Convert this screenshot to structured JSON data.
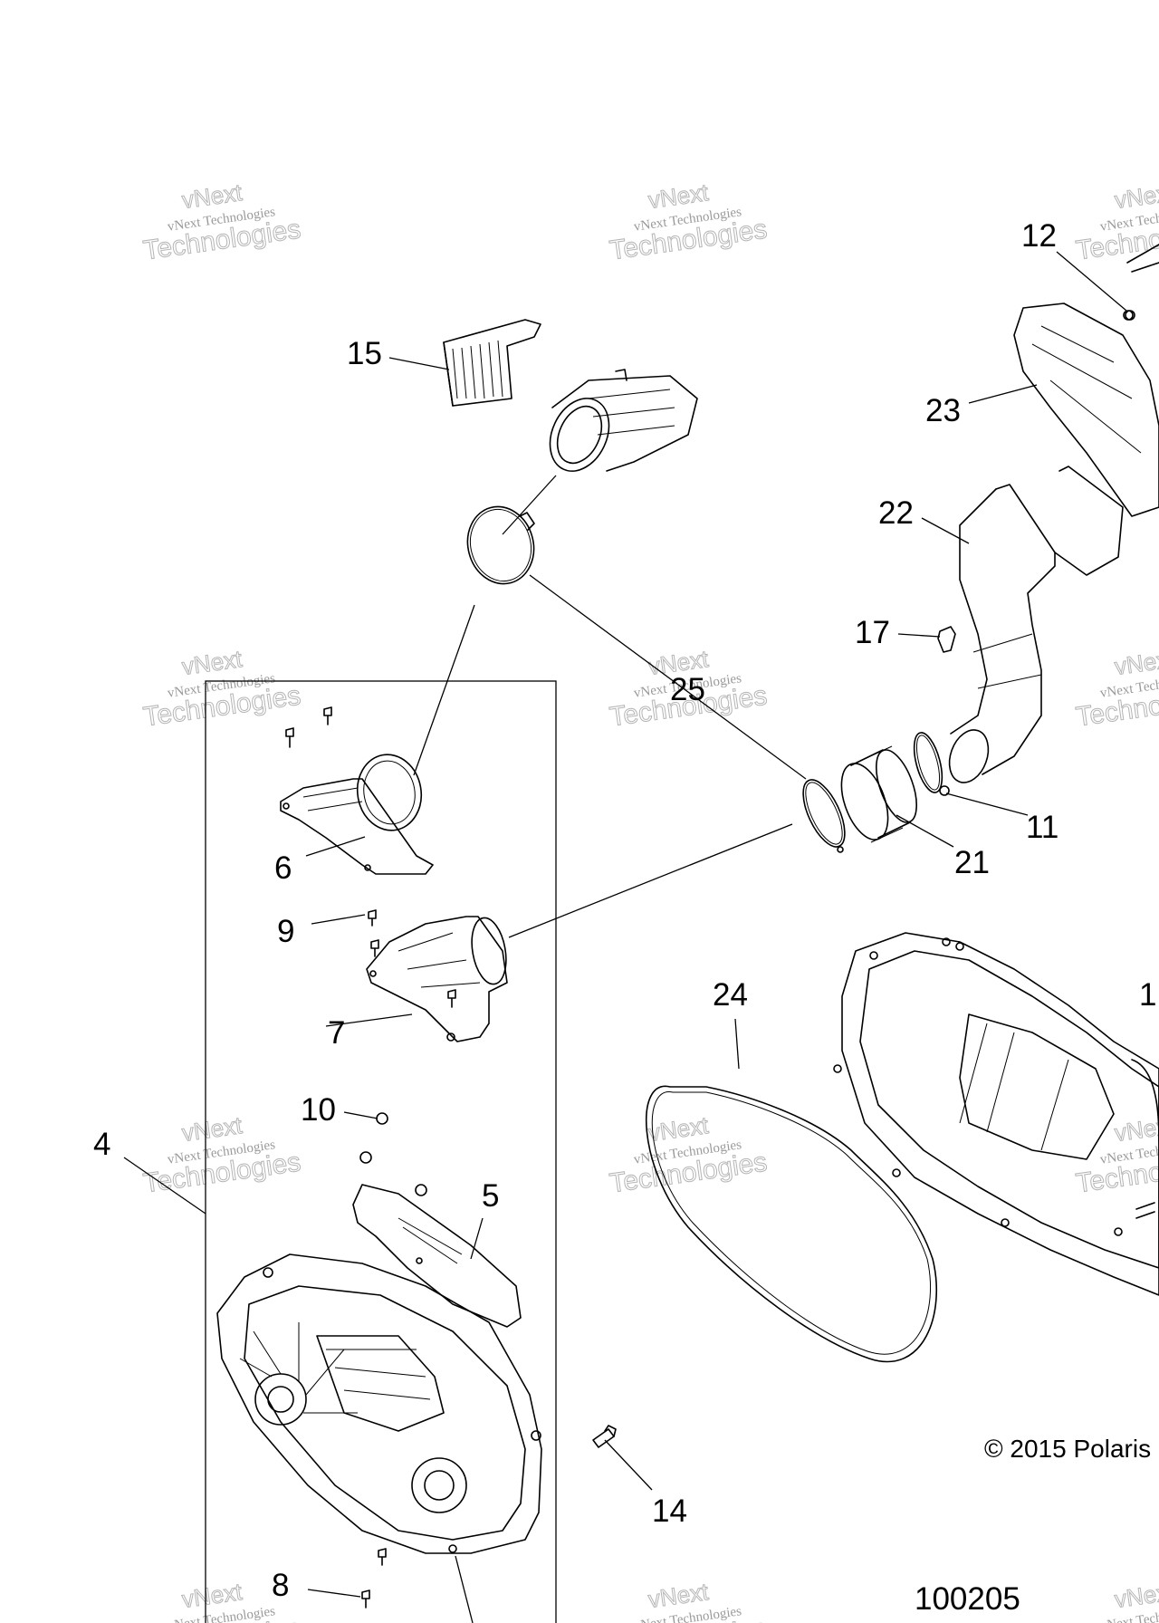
{
  "figure": {
    "number": "100205",
    "copyright": "© 2015 Polaris"
  },
  "watermark": {
    "line0": "vNext",
    "line1": "vNext Technologies",
    "line2": "Technologies"
  },
  "callouts": {
    "c1": "1",
    "c4": "4",
    "c5": "5",
    "c6": "6",
    "c7": "7",
    "c8": "8",
    "c9": "9",
    "c10": "10",
    "c11": "11",
    "c12": "12",
    "c14": "14",
    "c15": "15",
    "c17": "17",
    "c21": "21",
    "c22": "22",
    "c23": "23",
    "c24": "24",
    "c25": "25"
  }
}
